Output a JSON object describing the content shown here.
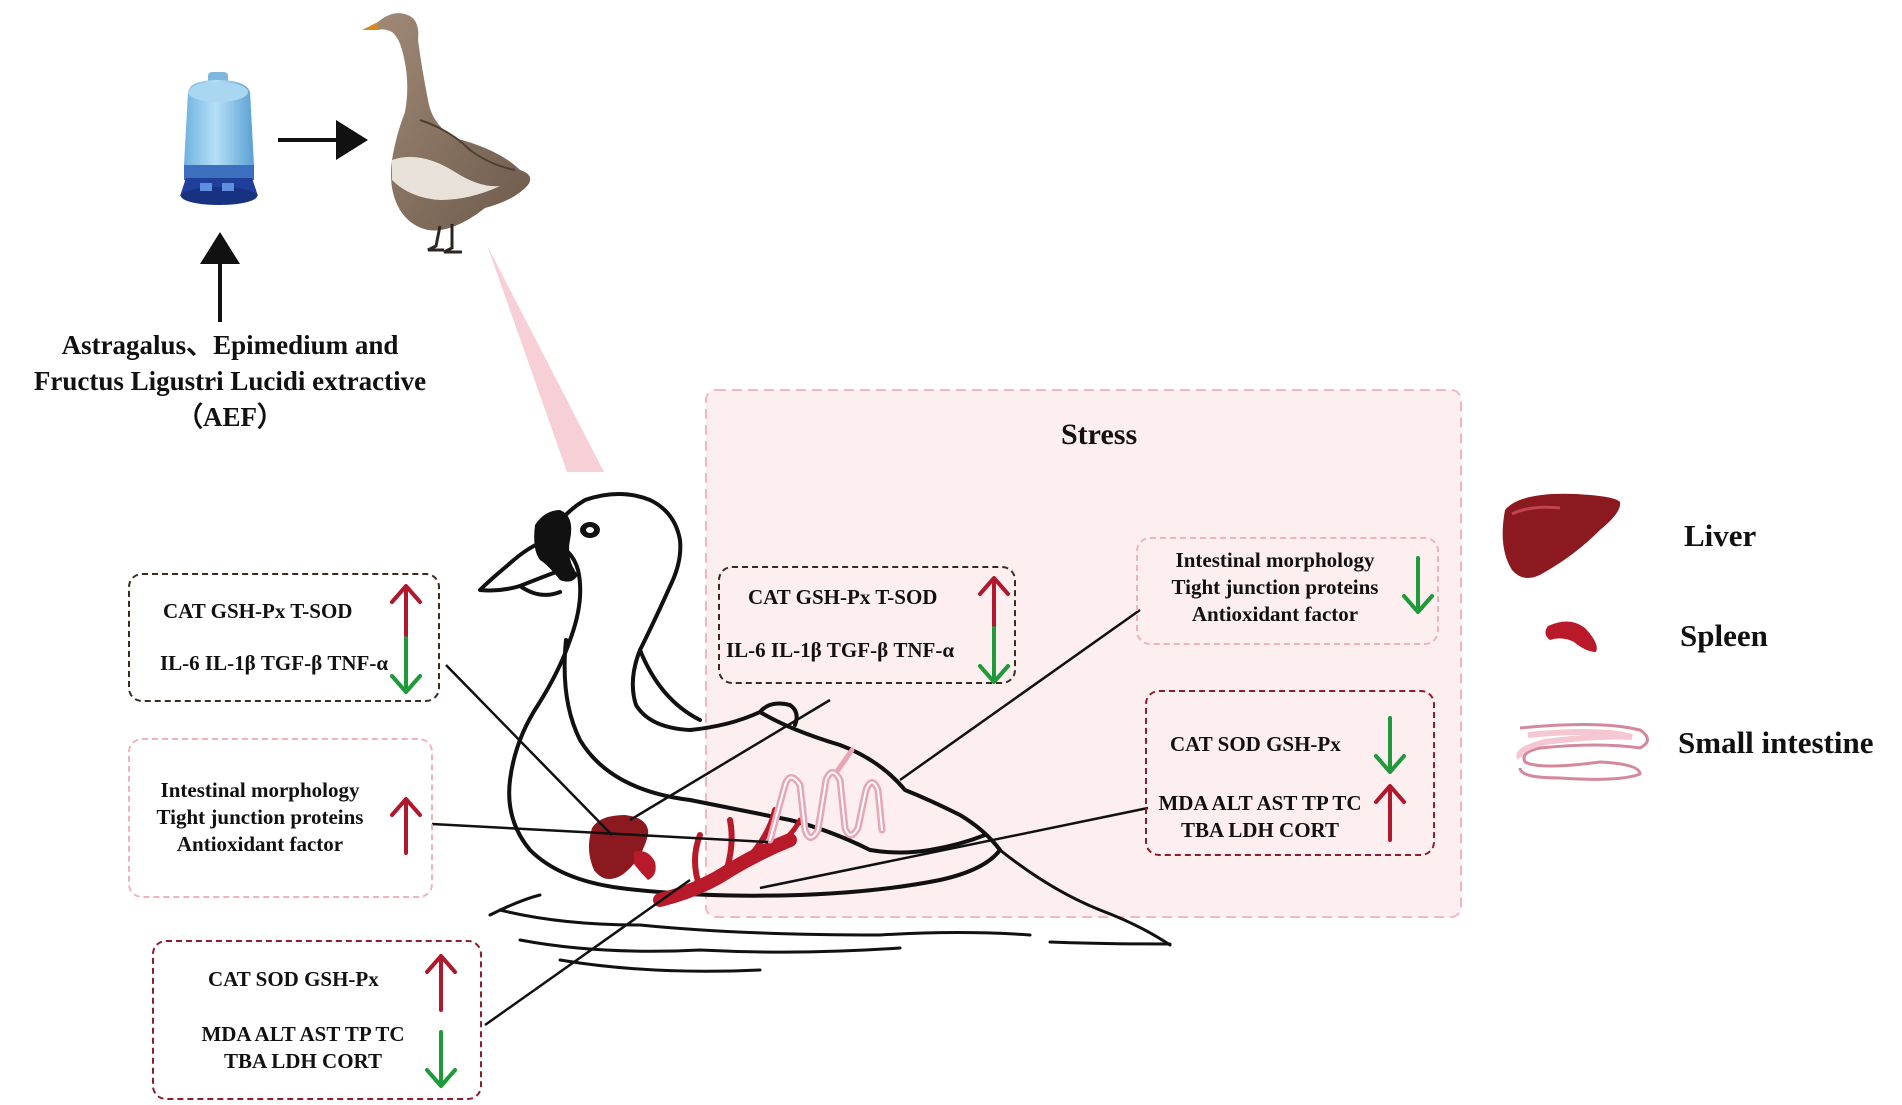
{
  "extract_label": {
    "line1": "Astragalus、Epimedium and",
    "line2": "Fructus Ligustri Lucidi extractive",
    "line3": "（AEF）"
  },
  "stress_label": "Stress",
  "aef_side": {
    "liver_box": {
      "row1": "CAT GSH-Px T-SOD",
      "row2": "IL-6 IL-1β TGF-β TNF-α"
    },
    "intestine_box": {
      "row1": "Intestinal morphology",
      "row2": "Tight junction proteins",
      "row3": "Antioxidant factor"
    },
    "spleen_box": {
      "row1": "CAT SOD GSH-Px",
      "row2": "MDA ALT AST TP TC",
      "row3": "TBA LDH CORT"
    }
  },
  "stress_side": {
    "liver_box": {
      "row1": "CAT GSH-Px T-SOD",
      "row2": "IL-6 IL-1β TGF-β TNF-α"
    },
    "intestine_box": {
      "row1": "Intestinal morphology",
      "row2": "Tight junction proteins",
      "row3": "Antioxidant factor"
    },
    "spleen_box": {
      "row1": "CAT SOD GSH-Px",
      "row2": "MDA ALT AST TP TC",
      "row3": "TBA LDH CORT"
    }
  },
  "legend": {
    "liver": "Liver",
    "spleen": "Spleen",
    "small_intestine": "Small intestine"
  },
  "colors": {
    "up_arrow": "#b0182d",
    "down_arrow": "#1f9a3a",
    "liver": "#8c1820",
    "spleen": "#b81a2a",
    "intestine": "#e8a5b5",
    "stress_bg": "#fdeef0"
  }
}
